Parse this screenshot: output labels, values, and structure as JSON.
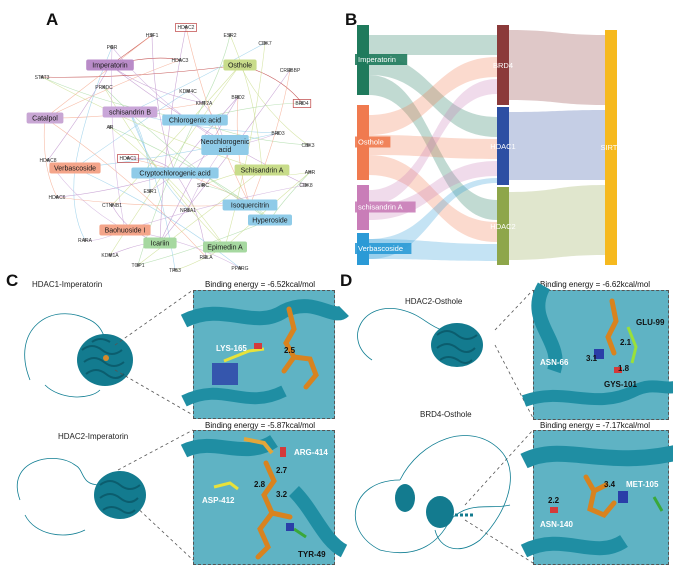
{
  "panels": {
    "a_label": "A",
    "b_label": "B",
    "c_label": "C",
    "d_label": "D"
  },
  "network": {
    "compounds": [
      {
        "label": "Imperatorin",
        "color": "#b98bc8"
      },
      {
        "label": "Osthole",
        "color": "#c8dc8a"
      },
      {
        "label": "schisandrin B",
        "color": "#c9a6d8"
      },
      {
        "label": "Catalpol",
        "color": "#c8a6d4"
      },
      {
        "label": "Chlorogenic acid",
        "color": "#8fcbe8"
      },
      {
        "label": "Neochlorogenic acid",
        "color": "#8fcbe8"
      },
      {
        "label": "Cryptochlorogenic acid",
        "color": "#8fcbe8"
      },
      {
        "label": "Schisandrin A",
        "color": "#c8dc8a"
      },
      {
        "label": "Verbascoside",
        "color": "#f4a58a"
      },
      {
        "label": "Isoquercitrin",
        "color": "#8fcbe8"
      },
      {
        "label": "Hyperoside",
        "color": "#8fcbe8"
      },
      {
        "label": "Baohuoside I",
        "color": "#f4a58a"
      },
      {
        "label": "Icariin",
        "color": "#a6d8a0"
      },
      {
        "label": "Epimedin A",
        "color": "#a6d8a0"
      }
    ],
    "targets": [
      "HSF1",
      "HDAC2",
      "ESR2",
      "CDK7",
      "PGR",
      "HDAC3",
      "CREBBP",
      "STAT3",
      "PRKDC",
      "KDM4C",
      "KMT2A",
      "BRD2",
      "BRD4",
      "AR",
      "BRD3",
      "HDAC8",
      "HDAC1",
      "CBX3",
      "AHR",
      "ESR1",
      "CDK8",
      "HDAC6",
      "CTNNB1",
      "SIRC",
      "NR3A1",
      "RARA",
      "RELA",
      "KDM1A",
      "TOP1",
      "TP53",
      "PPARG"
    ]
  },
  "sankey": {
    "compounds": [
      {
        "label": "Imperatorin",
        "color": "#1f7a5c"
      },
      {
        "label": "Osthole",
        "color": "#f07a4f"
      },
      {
        "label": "schisandrin A",
        "color": "#c97db8"
      },
      {
        "label": "Verbascoside",
        "color": "#2b9ad6"
      }
    ],
    "targets": [
      {
        "label": "BRD4",
        "color": "#8b3a3a"
      },
      {
        "label": "HDAC1",
        "color": "#2d4fa3"
      },
      {
        "label": "HDAC2",
        "color": "#8ea64a"
      }
    ],
    "sink": {
      "label": "SIRT3",
      "color": "#f6b91e"
    }
  },
  "docking": {
    "c_top_title": "HDAC1-Imperatorin",
    "c_top_energy": "Binding energy = -6.52kcal/mol",
    "c_top_residues": [
      "LYS-165"
    ],
    "c_top_distances": [
      "2.5"
    ],
    "c_bottom_title": "HDAC2-Imperatorin",
    "c_bottom_energy": "Binding energy = -5.87kcal/mol",
    "c_bottom_residues": [
      "ARG-414",
      "ASP-412",
      "TYR-49"
    ],
    "c_bottom_distances": [
      "2.8",
      "2.7",
      "3.2"
    ],
    "d_top_title": "HDAC2-Osthole",
    "d_top_energy": "Binding energy = -6.62kcal/mol",
    "d_top_residues": [
      "GLU-99",
      "ASN-66",
      "GYS-101"
    ],
    "d_top_distances": [
      "2.1",
      "3.1",
      "1.8"
    ],
    "d_bottom_title": "BRD4-Osthole",
    "d_bottom_energy": "Binding energy = -7.17kcal/mol",
    "d_bottom_residues": [
      "MET-105",
      "ASN-140"
    ],
    "d_bottom_distances": [
      "3.4",
      "2.2"
    ]
  }
}
